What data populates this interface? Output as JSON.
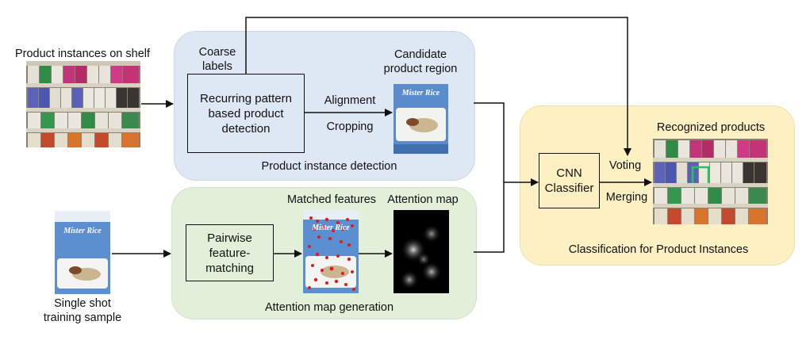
{
  "labels": {
    "shelf_input": "Product instances on shelf",
    "coarse_labels": "Coarse\nlabels",
    "candidate_region": "Candidate\nproduct region",
    "alignment": "Alignment",
    "cropping": "Cropping",
    "instance_detection": "Product instance detection",
    "matched_features": "Matched features",
    "attention_map": "Attention map",
    "attention_generation": "Attention map generation",
    "single_shot": "Single shot\ntraining sample",
    "recognized_products": "Recognized products",
    "voting": "Voting",
    "merging": "Merging",
    "classification": "Classification for Product Instances"
  },
  "boxes": {
    "recurring": "Recurring pattern\nbased product\ndetection",
    "pairwise": "Pairwise\nfeature-\nmatching",
    "cnn": "CNN\nClassifier"
  },
  "product": {
    "brand": "Mister Rice"
  },
  "colors": {
    "detection_region": "#dde8f4",
    "attention_region": "#e2f0da",
    "classification_region": "#fdf1c4",
    "highlight_box": "#22c55e",
    "feature_marks": "#e01b1b"
  }
}
